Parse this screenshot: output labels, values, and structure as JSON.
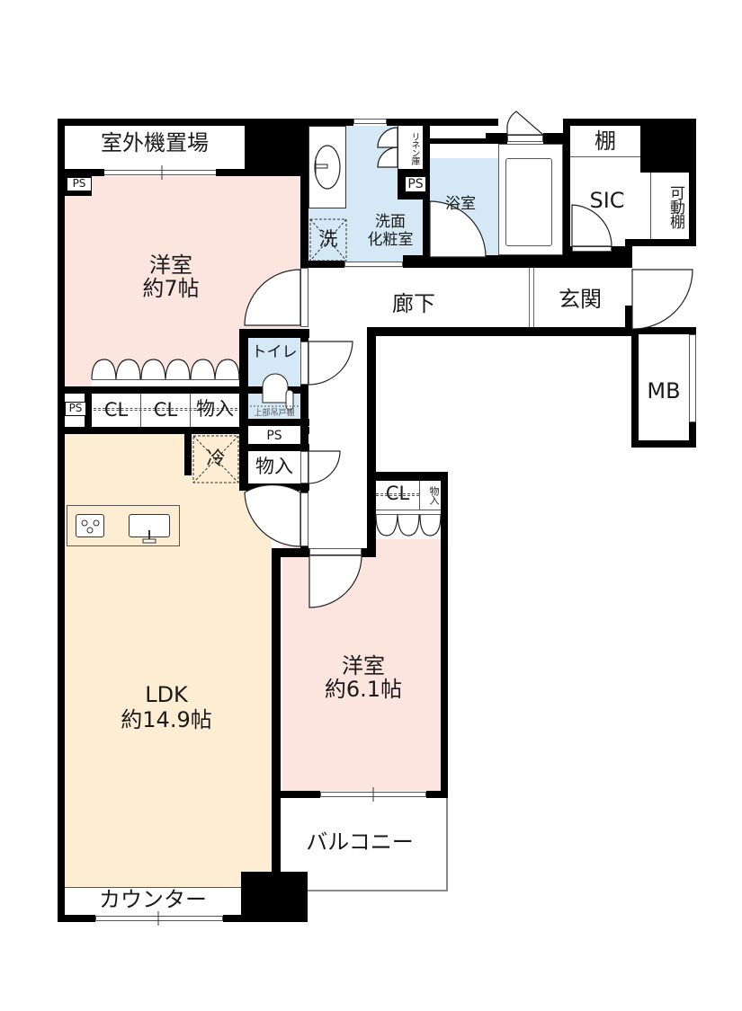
{
  "floor_plan": {
    "colors": {
      "wall": "#000000",
      "western_room": "#fde5df",
      "ldk": "#fdeed3",
      "wet_area": "#d4e8f6",
      "common": "#ffffff"
    },
    "rooms": {
      "outdoor_unit_space": {
        "label": "室外機置場"
      },
      "western_room_1": {
        "name": "洋室",
        "size": "約7帖"
      },
      "ldk": {
        "name": "LDK",
        "size": "約14.9帖"
      },
      "western_room_2": {
        "name": "洋室",
        "size": "約6.1帖"
      },
      "washroom": {
        "label": "洗面\n化粧室"
      },
      "bathroom": {
        "label": "浴室"
      },
      "toilet": {
        "label": "トイレ",
        "note": "上部吊戸棚"
      },
      "hallway": {
        "label": "廊下"
      },
      "entrance": {
        "label": "玄関"
      },
      "sic": {
        "label": "SIC"
      },
      "shelf": {
        "label": "棚"
      },
      "movable_shelf": {
        "label": "可動棚"
      },
      "meter_box": {
        "label": "MB"
      },
      "linen_closet": {
        "label": "リネン庫"
      },
      "balcony": {
        "label": "バルコニー"
      },
      "counter": {
        "label": "カウンター"
      }
    },
    "storage": {
      "ps_top_left": "PS",
      "ps_left_mid": "PS",
      "ps_washroom": "PS",
      "ps_toilet": "PS",
      "cl_1": "CL",
      "cl_2": "CL",
      "storage_1": "物入",
      "storage_2": "物入",
      "cl_room2": "CL",
      "storage_room2": "物入"
    },
    "fixtures": {
      "washer": "洗",
      "fridge": "冷"
    }
  }
}
